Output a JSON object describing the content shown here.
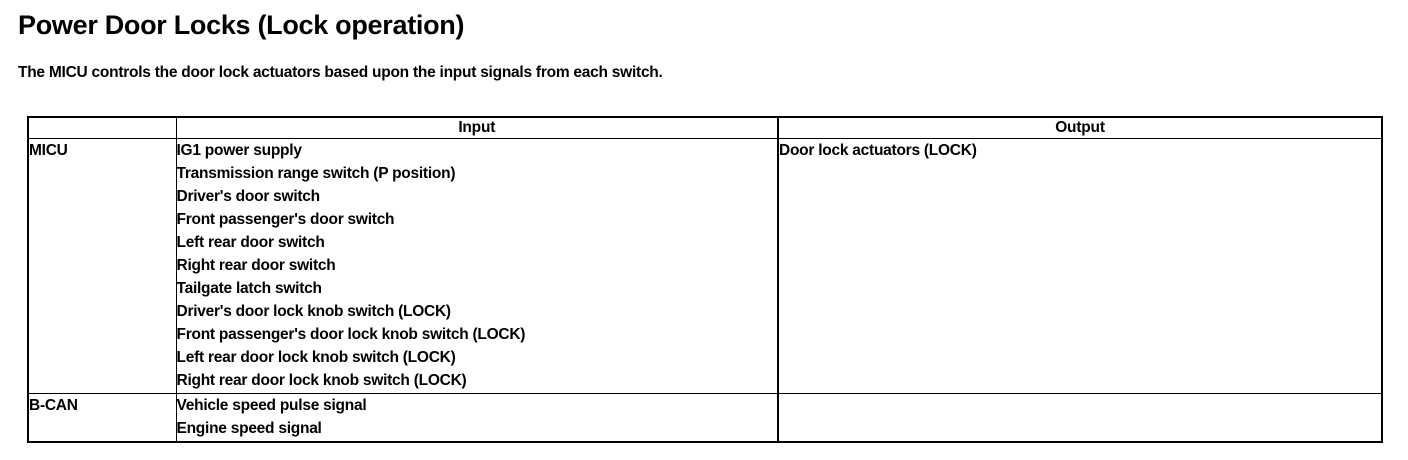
{
  "page": {
    "title": "Power Door Locks (Lock operation)",
    "description": "The MICU controls the door lock actuators based upon the input signals from each switch."
  },
  "table": {
    "headers": {
      "source": "",
      "input": "Input",
      "output": "Output"
    },
    "rows": [
      {
        "source": "MICU",
        "inputs": [
          "IG1 power supply",
          "Transmission range switch (P position)",
          "Driver's door switch",
          "Front passenger's door switch",
          "Left rear door switch",
          "Right rear door switch",
          "Tailgate latch switch",
          "Driver's door lock knob switch (LOCK)",
          "Front passenger's door lock knob switch (LOCK)",
          "Left rear door lock knob switch (LOCK)",
          "Right rear door lock knob switch (LOCK)"
        ],
        "outputs": [
          "Door lock actuators (LOCK)"
        ]
      },
      {
        "source": "B-CAN",
        "inputs": [
          "Vehicle speed pulse signal",
          "Engine speed signal"
        ],
        "outputs": []
      }
    ]
  },
  "colors": {
    "text": "#000000",
    "background": "#ffffff",
    "border": "#000000"
  }
}
